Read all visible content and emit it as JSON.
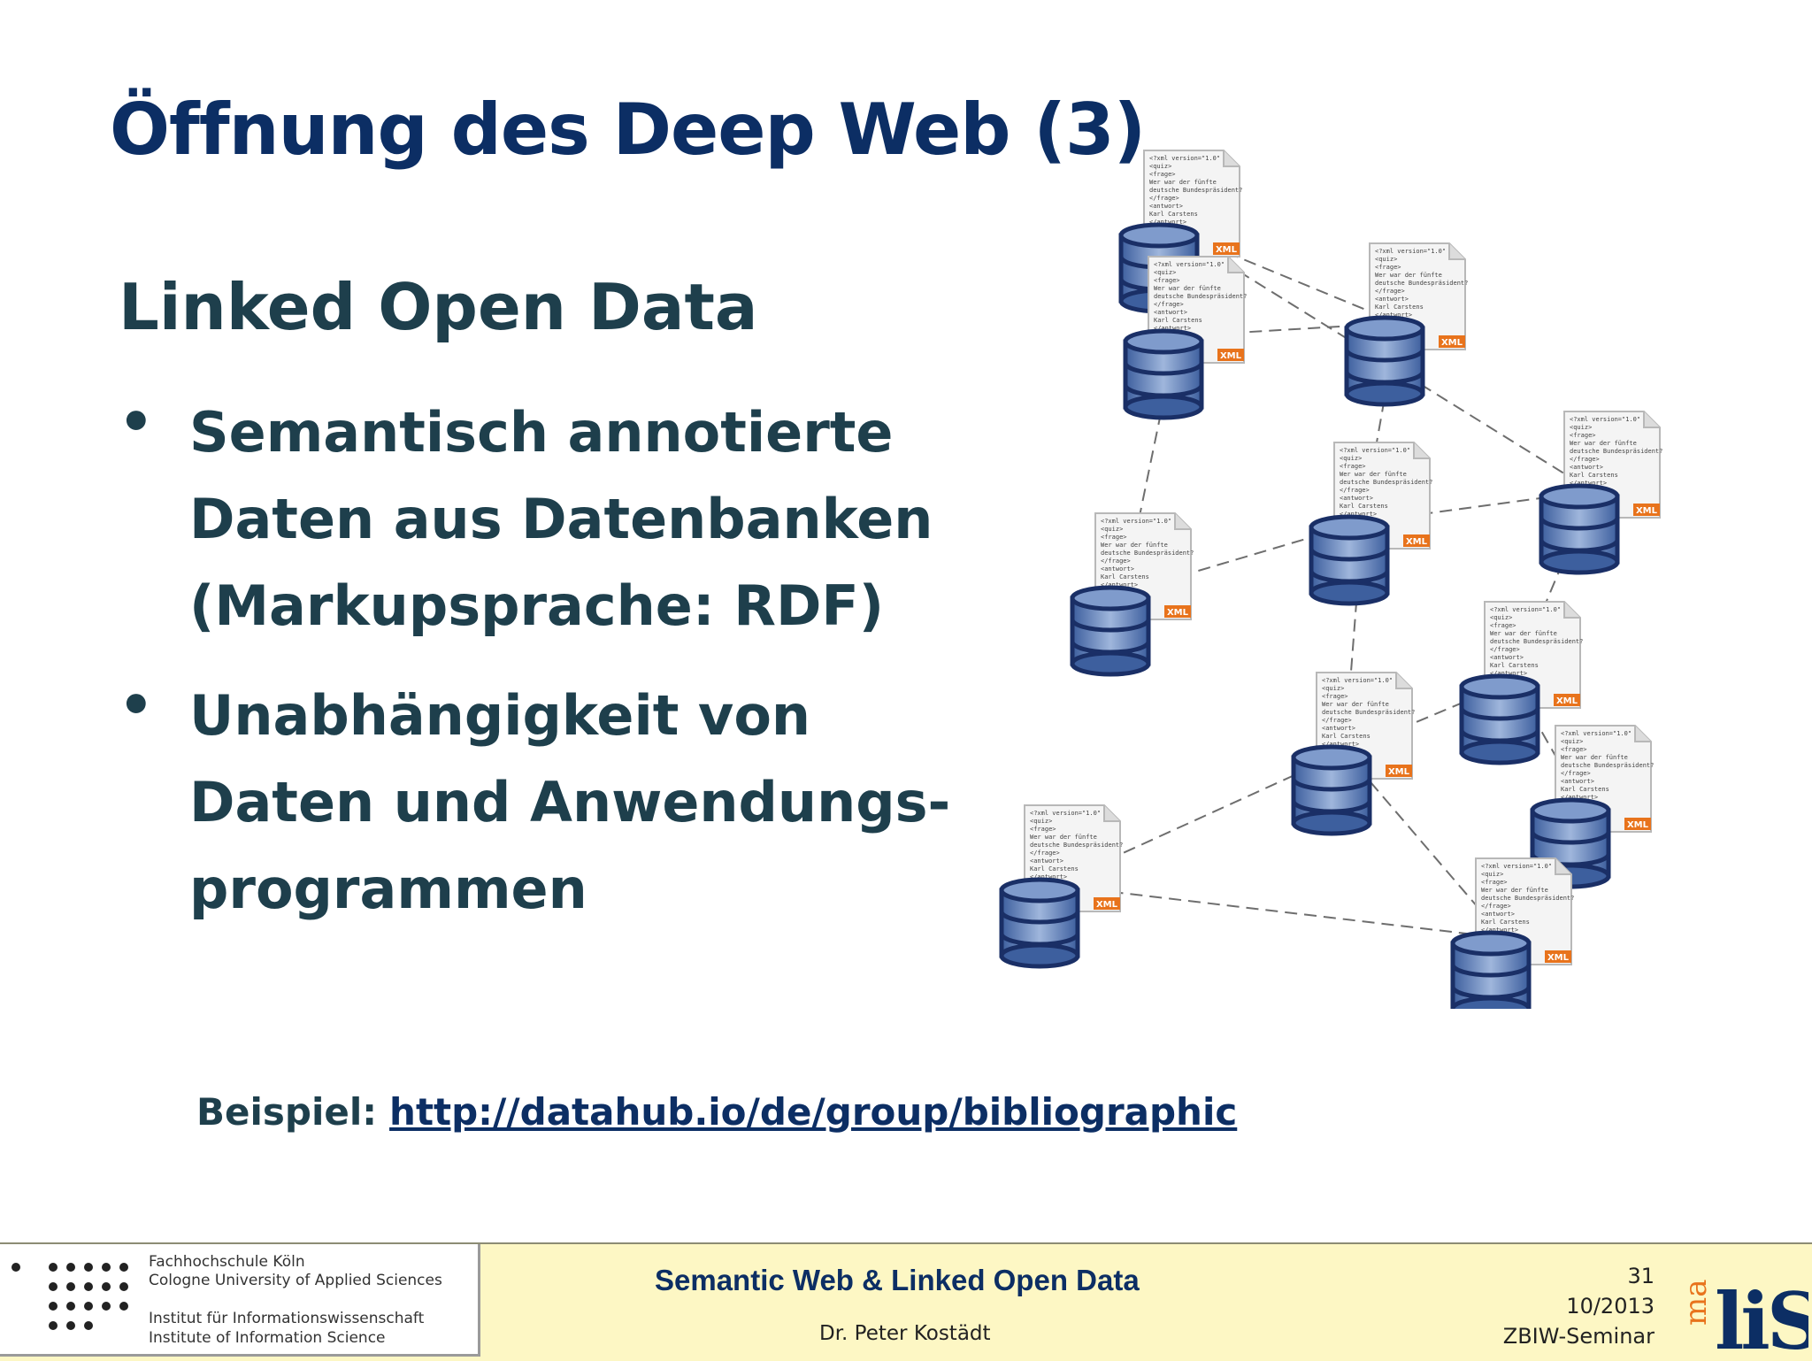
{
  "slide": {
    "title": "Öffnung des Deep Web (3)",
    "subtitle": "Linked Open Data",
    "bullets": [
      {
        "symbol": "•",
        "lines": [
          "Semantisch annotierte",
          "Daten aus Datenbanken",
          "(Markupsprache: RDF)"
        ]
      },
      {
        "symbol": "•",
        "lines": [
          "Unabhängigkeit von",
          "Daten und Anwendungs-",
          "programmen"
        ]
      }
    ],
    "example_label": "Beispiel:",
    "example_link": "http://datahub.io/de/group/bibliographic"
  },
  "network": {
    "node_badge": "XML",
    "node_icon": "database-xml-icon",
    "doc_lines": [
      "<?xml version=\"1.0\"",
      "<quiz>",
      " <frage>",
      "  Wer war der fünfte",
      "  deutsche Bundespräsident?",
      " </frage>",
      " <antwort>",
      "  Karl Carstens",
      " </antwort>"
    ]
  },
  "footer": {
    "institution": [
      "Fachhochschule Köln",
      "Cologne University of Applied Sciences",
      "Institut für Informationswissenschaft",
      "Institute of Information Science"
    ],
    "course_title": "Semantic Web & Linked Open Data",
    "author": "Dr. Peter Kostädt",
    "page_number": "31",
    "date": "10/2013",
    "event": "ZBIW-Seminar",
    "logo_text": "ma liS"
  },
  "colors": {
    "title": "#0c2e64",
    "body": "#1e3f4c",
    "footer_bg": "#fdf7c4",
    "xml_badge": "#e8731c",
    "database": "#5b7db8"
  }
}
